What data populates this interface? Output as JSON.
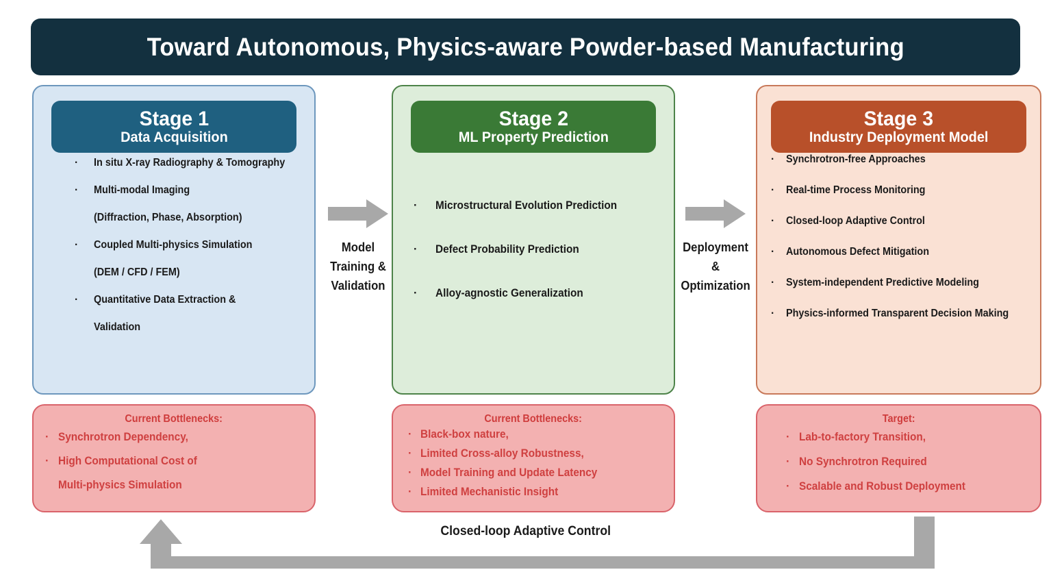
{
  "title": "Toward Autonomous, Physics-aware Powder-based Manufacturing",
  "colors": {
    "title_bg": "#13303f",
    "stage1_header": "#1f6080",
    "stage1_panel": "#d8e6f3",
    "stage2_header": "#3a7a36",
    "stage2_panel": "#ddedda",
    "stage3_header": "#b8502a",
    "stage3_panel": "#fae1d4",
    "note_bg": "#f3b1b1",
    "note_text": "#cf4040",
    "arrow_gray": "#a8a8a8"
  },
  "stages": [
    {
      "number": "Stage 1",
      "subtitle": "Data Acquisition",
      "bullets": [
        {
          "text": "In situ X-ray Radiography & Tomography",
          "continuation": false
        },
        {
          "text": "Multi-modal Imaging",
          "continuation": false
        },
        {
          "text": "(Diffraction, Phase, Absorption)",
          "continuation": true
        },
        {
          "text": "Coupled Multi-physics Simulation",
          "continuation": false
        },
        {
          "text": "(DEM / CFD / FEM)",
          "continuation": true
        },
        {
          "text": "Quantitative Data Extraction &",
          "continuation": false
        },
        {
          "text": "Validation",
          "continuation": true
        }
      ],
      "note": {
        "heading": "Current Bottlenecks:",
        "items": [
          {
            "text": "Synchrotron Dependency,",
            "continuation": false
          },
          {
            "text": "High Computational Cost of",
            "continuation": false
          },
          {
            "text": "Multi-physics Simulation",
            "continuation": true
          }
        ]
      }
    },
    {
      "number": "Stage 2",
      "subtitle": "ML Property Prediction",
      "bullets": [
        {
          "text": "Microstructural Evolution Prediction",
          "continuation": false
        },
        {
          "text": "Defect Probability Prediction",
          "continuation": false
        },
        {
          "text": "Alloy-agnostic Generalization",
          "continuation": false
        }
      ],
      "note": {
        "heading": "Current Bottlenecks:",
        "items": [
          {
            "text": "Black-box nature,",
            "continuation": false
          },
          {
            "text": "Limited Cross-alloy Robustness,",
            "continuation": false
          },
          {
            "text": "Model Training and Update Latency",
            "continuation": false
          },
          {
            "text": "Limited Mechanistic Insight",
            "continuation": false
          }
        ]
      }
    },
    {
      "number": "Stage 3",
      "subtitle": "Industry Deployment Model",
      "bullets": [
        {
          "text": "Synchrotron-free Approaches",
          "continuation": false
        },
        {
          "text": "Real-time Process Monitoring",
          "continuation": false
        },
        {
          "text": "Closed-loop Adaptive Control",
          "continuation": false
        },
        {
          "text": "Autonomous Defect Mitigation",
          "continuation": false
        },
        {
          "text": "System-independent Predictive Modeling",
          "continuation": false
        },
        {
          "text": "Physics-informed Transparent Decision Making",
          "continuation": false
        }
      ],
      "note": {
        "heading": "Target:",
        "items": [
          {
            "text": "Lab-to-factory Transition,",
            "continuation": false
          },
          {
            "text": "No Synchrotron Required",
            "continuation": false
          },
          {
            "text": "Scalable and Robust Deployment",
            "continuation": false
          }
        ]
      }
    }
  ],
  "connectors": [
    {
      "icon": "right-arrow-icon",
      "lines": [
        "Model",
        "Training &",
        "Validation"
      ]
    },
    {
      "icon": "right-arrow-icon",
      "lines": [
        "Deployment",
        "&",
        "Optimization"
      ]
    }
  ],
  "feedback_loop": {
    "icon": "up-arrow-icon",
    "label": "Closed-loop Adaptive Control"
  },
  "bullet_glyph": "·"
}
